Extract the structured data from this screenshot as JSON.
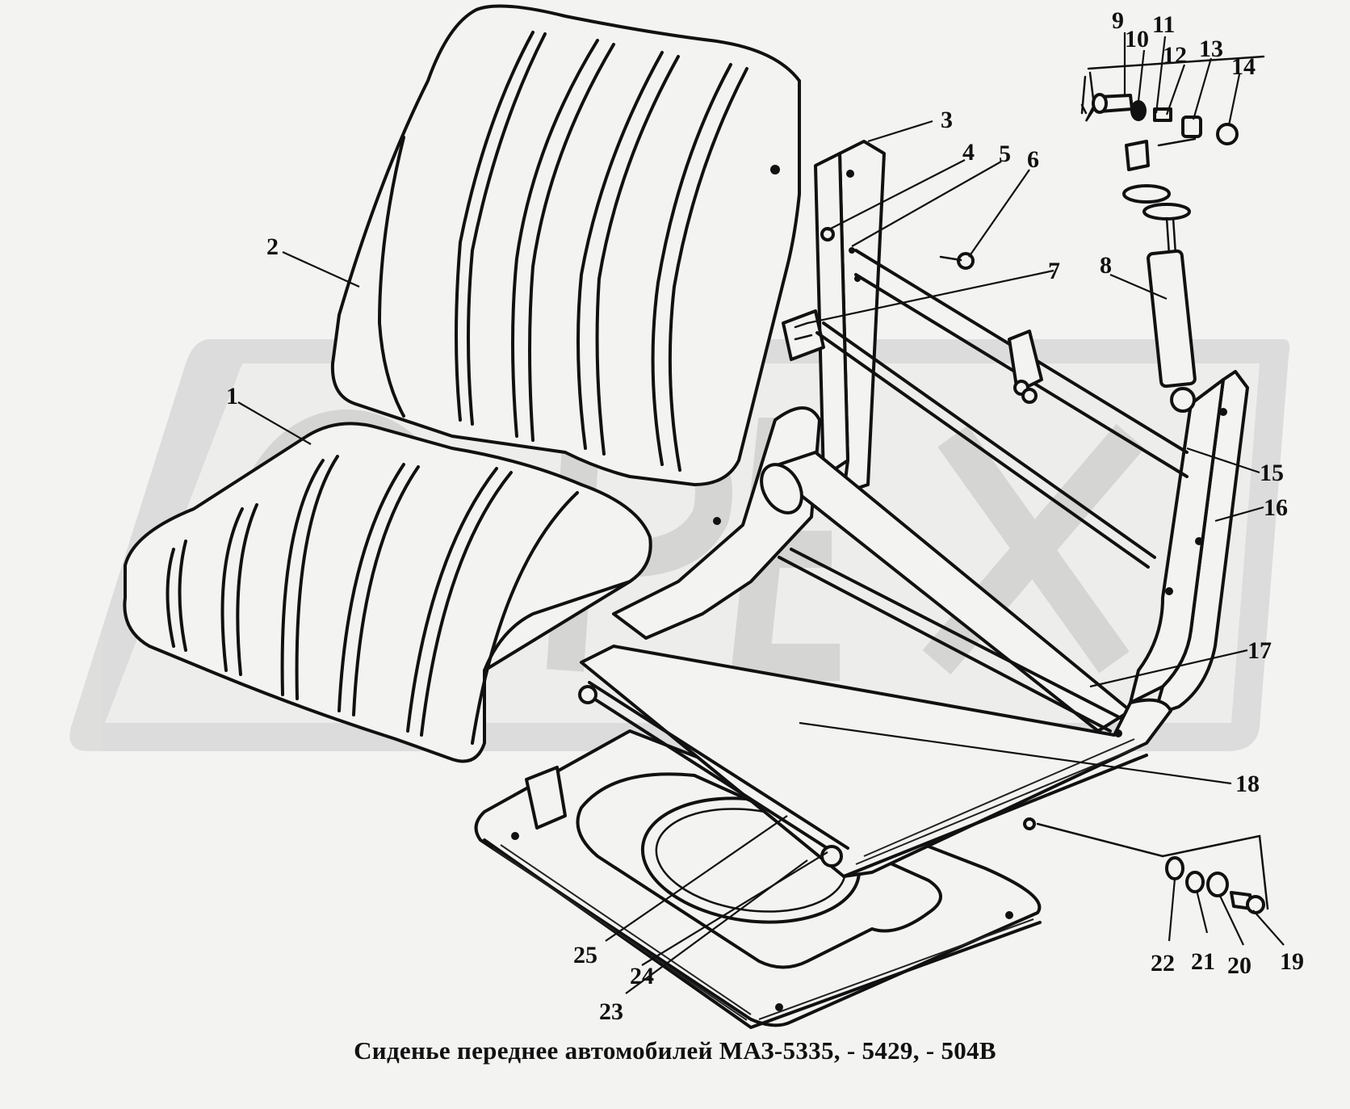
{
  "caption": "Сиденье переднее автомобилей МАЗ-5335, - 5429, - 504В",
  "watermark_text": "ОРЕХ",
  "callouts": [
    "1",
    "2",
    "3",
    "4",
    "5",
    "6",
    "7",
    "8",
    "9",
    "10",
    "11",
    "12",
    "13",
    "14",
    "15",
    "16",
    "17",
    "18",
    "19",
    "20",
    "21",
    "22",
    "23",
    "24",
    "25"
  ]
}
